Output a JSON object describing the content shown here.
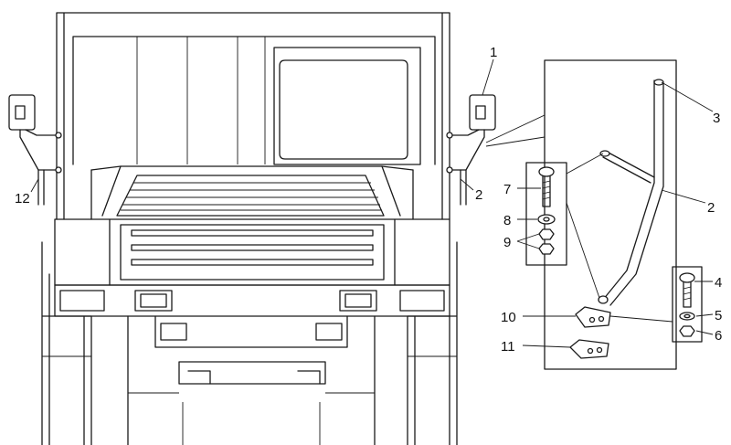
{
  "diagram": {
    "callouts": {
      "c1": "1",
      "c2_truck": "2",
      "c12": "12",
      "c3": "3",
      "c2_detail": "2",
      "c7": "7",
      "c8": "8",
      "c9": "9",
      "c4": "4",
      "c5": "5",
      "c6": "6",
      "c10": "10",
      "c11": "11"
    }
  }
}
